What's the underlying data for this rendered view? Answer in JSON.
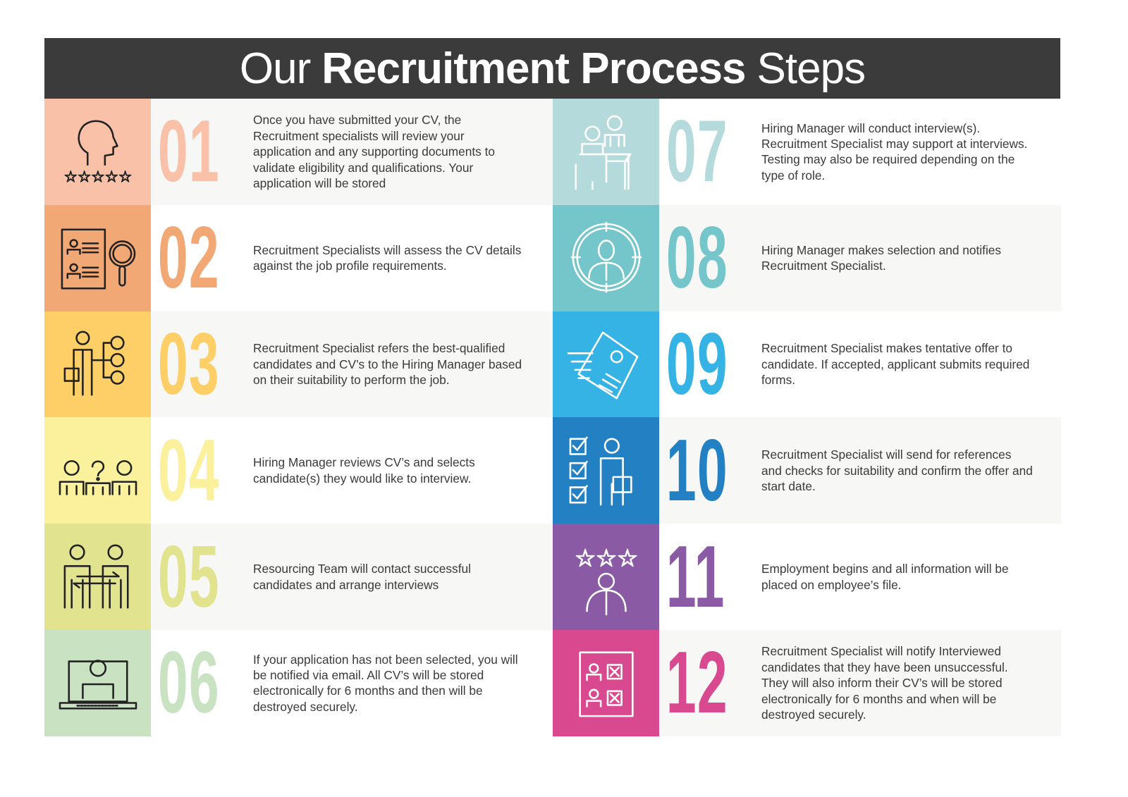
{
  "title": {
    "pre": "Our",
    "bold": "Recruitment Process",
    "post": "Steps"
  },
  "steps": [
    {
      "num": "01",
      "color": "#f8c1a8",
      "text": "Once you have submitted your CV, the Recruitment specialists will review your application and any supporting documents to validate eligibility and qualifications. Your application will be stored",
      "icon": "head-rating-icon"
    },
    {
      "num": "02",
      "color": "#f2a874",
      "text": "Recruitment Specialists will assess the CV details against the job profile requirements.",
      "icon": "cv-search-icon"
    },
    {
      "num": "03",
      "color": "#fdcf66",
      "text": "Recruitment Specialist refers the best-qualified candidates and CV’s to the Hiring Manager based on their suitability to perform the job.",
      "icon": "candidate-options-icon"
    },
    {
      "num": "04",
      "color": "#fbf09b",
      "text": "Hiring Manager reviews CV’s and selects candidate(s) they would like to interview.",
      "icon": "candidates-question-icon"
    },
    {
      "num": "05",
      "color": "#e1e38f",
      "text": "Resourcing Team will contact successful candidates and arrange interviews",
      "icon": "people-exchange-icon"
    },
    {
      "num": "06",
      "color": "#c9e3c2",
      "text": "If your application has not been selected, you will be notified via email. All CV’s will be stored electronically for 6 months and then will be destroyed securely.",
      "icon": "laptop-person-icon"
    },
    {
      "num": "07",
      "color": "#b5dadb",
      "text": "Hiring Manager will conduct interview(s). Recruitment Specialist may support at interviews. Testing may also be required depending on the type of role.",
      "icon": "interview-desk-icon"
    },
    {
      "num": "08",
      "color": "#74c6cb",
      "text": "Hiring Manager makes selection and notifies Recruitment Specialist.",
      "icon": "target-person-icon"
    },
    {
      "num": "09",
      "color": "#35b3e4",
      "text": "Recruitment Specialist makes tentative offer to candidate. If accepted, applicant submits required forms.",
      "icon": "sent-document-icon"
    },
    {
      "num": "10",
      "color": "#2381c3",
      "text": "Recruitment Specialist will send for references and checks for suitability and confirm the offer and start date.",
      "icon": "checklist-person-icon"
    },
    {
      "num": "11",
      "color": "#8a5ba4",
      "text": "Employment begins and all information will be placed on employee’s file.",
      "icon": "star-employee-icon"
    },
    {
      "num": "12",
      "color": "#d9498f",
      "text": "Recruitment Specialist will notify Interviewed candidates that they have been unsuccessful. They will also inform their CV’s will be stored electronically for 6 months and when will be destroyed securely.",
      "icon": "rejected-candidates-icon"
    }
  ]
}
